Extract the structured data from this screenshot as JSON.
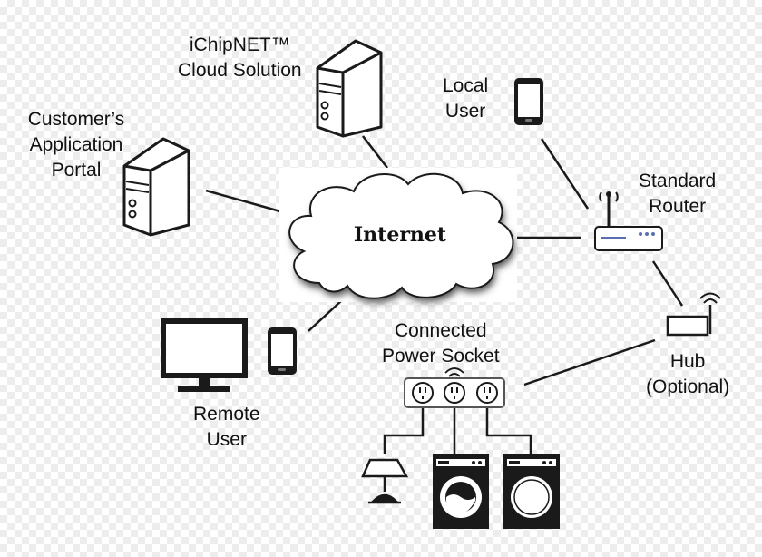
{
  "labels": {
    "cloud_solution": [
      "iChipNET™",
      "Cloud Solution"
    ],
    "customer_portal": [
      "Customer’s",
      "Application",
      "Portal"
    ],
    "local_user": [
      "Local",
      "User"
    ],
    "router": [
      "Standard",
      "Router"
    ],
    "hub": [
      "Hub",
      "(Optional)"
    ],
    "power_socket": [
      "Connected",
      "Power Socket"
    ],
    "remote_user": [
      "Remote",
      "User"
    ],
    "internet": "Internet"
  },
  "colors": {
    "stroke": "#1a1a1a",
    "fill_dark": "#111111",
    "fill_light": "#ffffff",
    "router_led": "#5a6fb0"
  },
  "icons": [
    "server-icon",
    "smartphone-icon",
    "router-icon",
    "hub-icon",
    "power-strip-icon",
    "monitor-icon",
    "lamp-icon",
    "washing-machine-icon",
    "dryer-icon",
    "cloud-icon"
  ]
}
